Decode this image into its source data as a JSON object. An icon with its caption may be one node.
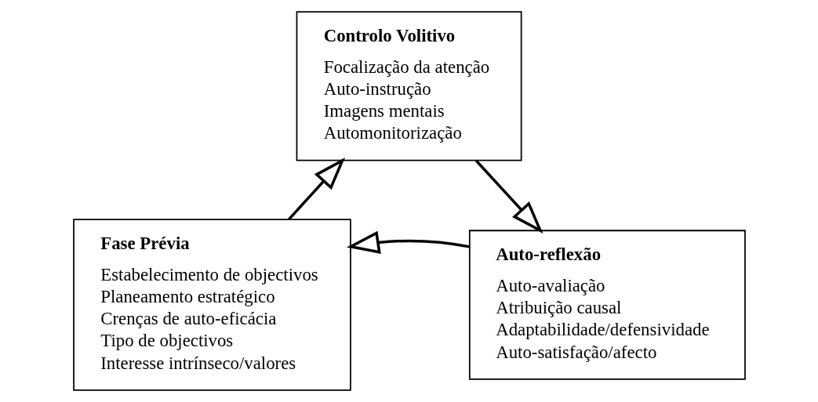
{
  "diagram": {
    "nodes": [
      {
        "text": [
          "Controlo Volitivo",
          "Focalização da atenção",
          "Auto-instrução",
          "Imagens mentais",
          "Automonitorização"
        ]
      },
      {
        "text": [
          "Fase Prévia",
          "Estabelecimento de objectivos",
          "Planeamento estratégico",
          "Crenças de auto-eficácia",
          "Tipo de objectivos",
          "Interesse intrínseco/valores"
        ]
      },
      {
        "text": [
          "Auto-reflexão",
          "Auto-avaliação",
          "Atribuição causal",
          "Adaptabilidade/defensividade",
          "Auto-satisfação/afecto"
        ]
      }
    ],
    "edges": [
      {
        "from": 1,
        "to": 0,
        "arrow": "to"
      },
      {
        "from": 0,
        "to": 2,
        "arrow": "to"
      },
      {
        "from": 2,
        "to": 1,
        "arrow": "to"
      }
    ]
  }
}
